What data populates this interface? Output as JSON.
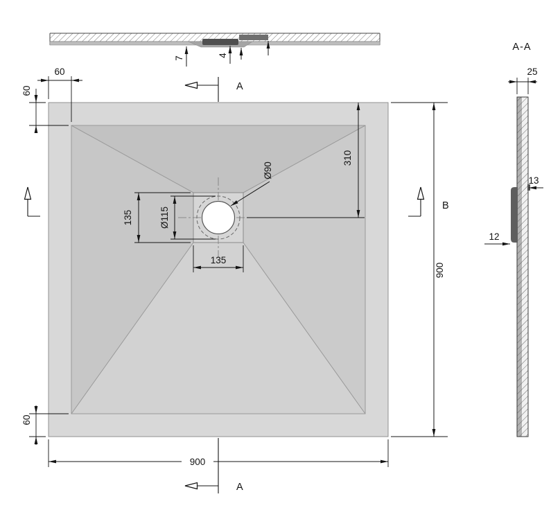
{
  "top_section": {
    "dim_tray_depth": "7",
    "dim_grate_height": "4"
  },
  "plan": {
    "dim_border_top": "60",
    "dim_border_left_top": "60",
    "dim_border_left_bottom": "60",
    "dim_overall_width": "900",
    "dim_overall_height": "900",
    "dim_drain_from_top": "310",
    "dim_drain_diameter": "Ø90",
    "dim_ring_diameter": "Ø115",
    "dim_drain_box_height": "135",
    "dim_drain_box_width": "135",
    "section_label_a_top": "A",
    "section_label_a_bottom": "A",
    "section_label_b": "B"
  },
  "side_section": {
    "title": "A-A",
    "dim_width": "25",
    "dim_flange": "13",
    "dim_base": "12"
  }
}
